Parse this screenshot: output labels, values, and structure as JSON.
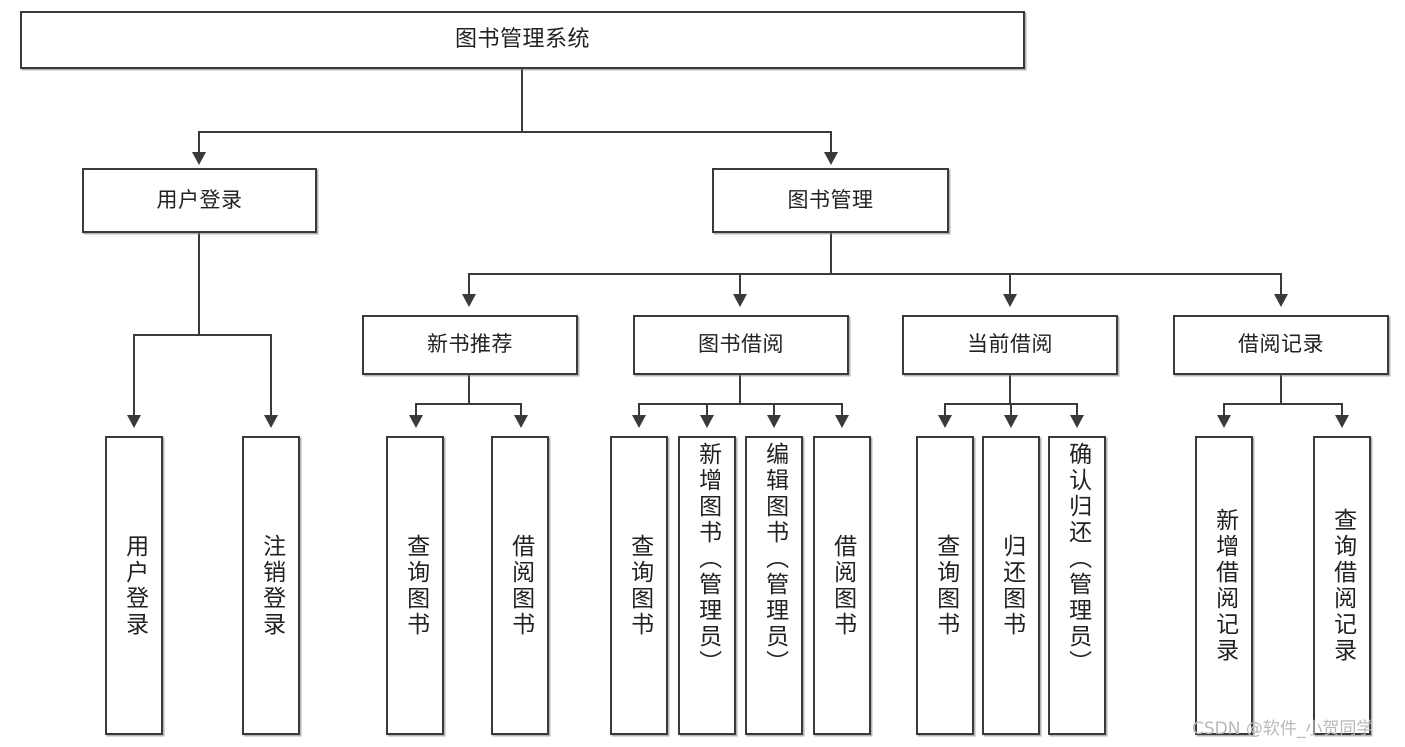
{
  "diagram": {
    "title": "图书管理系统",
    "type": "tree-hierarchy-chart",
    "root": {
      "label": "图书管理系统"
    },
    "level2": [
      {
        "label": "用户登录"
      },
      {
        "label": "图书管理"
      }
    ],
    "level3": [
      {
        "label": "新书推荐"
      },
      {
        "label": "图书借阅"
      },
      {
        "label": "当前借阅"
      },
      {
        "label": "借阅记录"
      }
    ],
    "leaves": {
      "user_login": [
        {
          "label": "用户登录"
        },
        {
          "label": "注销登录"
        }
      ],
      "new_book": [
        {
          "label": "查询图书"
        },
        {
          "label": "借阅图书"
        }
      ],
      "book_borrow": [
        {
          "label": "查询图书"
        },
        {
          "label": "新增图书（管理员）"
        },
        {
          "label": "编辑图书（管理员）"
        },
        {
          "label": "借阅图书"
        }
      ],
      "current_borrow": [
        {
          "label": "查询图书"
        },
        {
          "label": "归还图书"
        },
        {
          "label": "确认归还（管理员）"
        }
      ],
      "borrow_record": [
        {
          "label": "新增借阅记录"
        },
        {
          "label": "查询借阅记录"
        }
      ]
    }
  },
  "watermark": {
    "text": "CSDN @软件_小贺同学"
  },
  "colors": {
    "stroke": "#3a3a3a",
    "text": "#222222",
    "background": "#ffffff",
    "watermark": "#b9b9b9"
  }
}
